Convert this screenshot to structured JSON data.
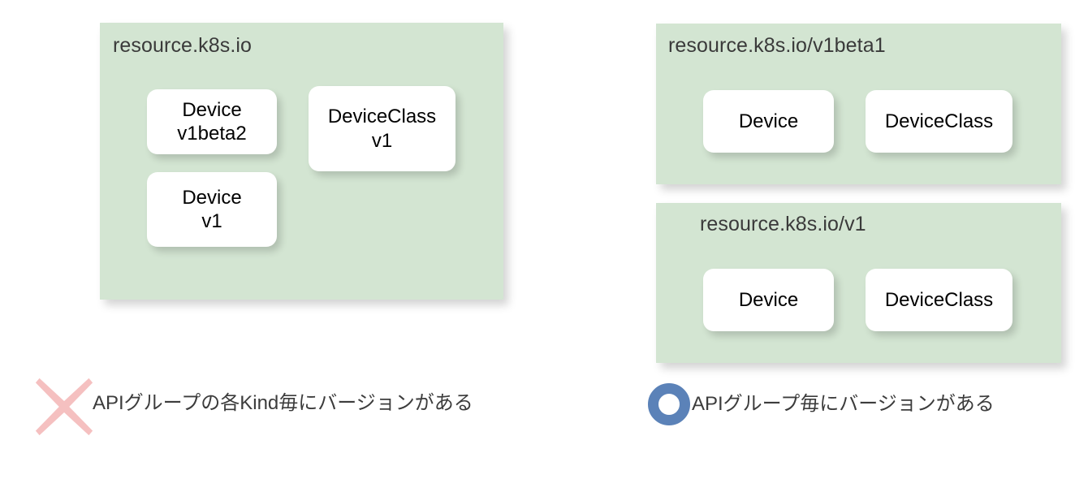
{
  "diagram": {
    "title_hidden": "",
    "colors": {
      "panel_green": "#d3e5d2",
      "card_white": "#ffffff",
      "cross_pink": "#f5c0c0",
      "circle_blue": "#5b82b8",
      "title_gray": "#3a3a3a",
      "page_background": "#ffffff"
    },
    "left_column": {
      "panels": [
        {
          "title": "resource.k8s.io",
          "cards": [
            {
              "name": "Device",
              "version": "v1beta2"
            },
            {
              "name": "DeviceClass",
              "version": "v1"
            },
            {
              "name": "Device",
              "version": "v1"
            }
          ]
        }
      ],
      "caption": {
        "mark": "cross-icon",
        "text": "APIグループの各Kind毎にバージョンがある"
      }
    },
    "right_column": {
      "panels": [
        {
          "title": "resource.k8s.io/v1beta1",
          "cards": [
            {
              "name": "Device",
              "version": ""
            },
            {
              "name": "DeviceClass",
              "version": ""
            }
          ]
        },
        {
          "title": "resource.k8s.io/v1",
          "cards": [
            {
              "name": "Device",
              "version": ""
            },
            {
              "name": "DeviceClass",
              "version": ""
            }
          ]
        }
      ],
      "caption": {
        "mark": "circle-icon",
        "text": "APIグループ毎にバージョンがある"
      }
    }
  }
}
